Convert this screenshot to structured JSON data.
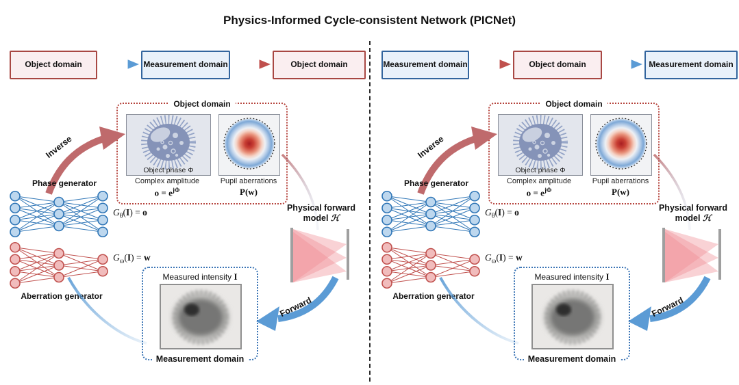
{
  "title": "Physics-Informed Cycle-consistent Network (PICNet)",
  "colors": {
    "object_domain_accent": "#a84743",
    "measurement_domain_accent": "#33659e",
    "phase_network": "#2e75b6",
    "aberration_network": "#c0504d",
    "inverse_arrow": "#bf6a6c",
    "forward_arrow": "#5b9bd5"
  },
  "panels": [
    {
      "flow": {
        "box1": "Object domain",
        "box2": "Measurement domain",
        "box3": "Object domain"
      },
      "object_domain": {
        "title": "Object domain",
        "object_phase_caption": "Object phase Φ",
        "complex_amplitude_label": "Complex amplitude",
        "formula_base": "o = e",
        "formula_sup": "jΦ",
        "pupil_label": "Pupil aberrations",
        "pupil_formula": "P(w)"
      },
      "generators": {
        "phase_label": "Phase generator",
        "aberration_label": "Aberration generator",
        "phase_eq": {
          "fn": "G",
          "sub": "θ",
          "mid": "(",
          "arg": "I",
          "end": ") = ",
          "out": "o"
        },
        "aberration_eq": {
          "fn": "G",
          "sub": "ω",
          "mid": "(",
          "arg": "I",
          "end": ") = ",
          "out": "w"
        }
      },
      "forward_model": {
        "line1": "Physical forward",
        "line2": "model",
        "symbol": "ℋ"
      },
      "measurement_domain": {
        "title": "Measurement domain",
        "intensity_label": "Measured intensity ",
        "intensity_symbol": "I"
      },
      "arrows": {
        "inverse": "Inverse",
        "forward": "Forward"
      }
    },
    {
      "flow": {
        "box1": "Measurement domain",
        "box2": "Object domain",
        "box3": "Measurement domain"
      },
      "object_domain": {
        "title": "Object domain",
        "object_phase_caption": "Object phase Φ",
        "complex_amplitude_label": "Complex amplitude",
        "formula_base": "o = e",
        "formula_sup": "jΦ",
        "pupil_label": "Pupil aberrations",
        "pupil_formula": "P(w)"
      },
      "generators": {
        "phase_label": "Phase generator",
        "aberration_label": "Aberration generator",
        "phase_eq": {
          "fn": "G",
          "sub": "θ",
          "mid": "(",
          "arg": "I",
          "end": ") = ",
          "out": "o"
        },
        "aberration_eq": {
          "fn": "G",
          "sub": "ω",
          "mid": "(",
          "arg": "I",
          "end": ") = ",
          "out": "w"
        }
      },
      "forward_model": {
        "line1": "Physical forward",
        "line2": "model",
        "symbol": "ℋ"
      },
      "measurement_domain": {
        "title": "Measurement domain",
        "intensity_label": "Measured intensity ",
        "intensity_symbol": "I"
      },
      "arrows": {
        "inverse": "Inverse",
        "forward": "Forward"
      }
    }
  ]
}
